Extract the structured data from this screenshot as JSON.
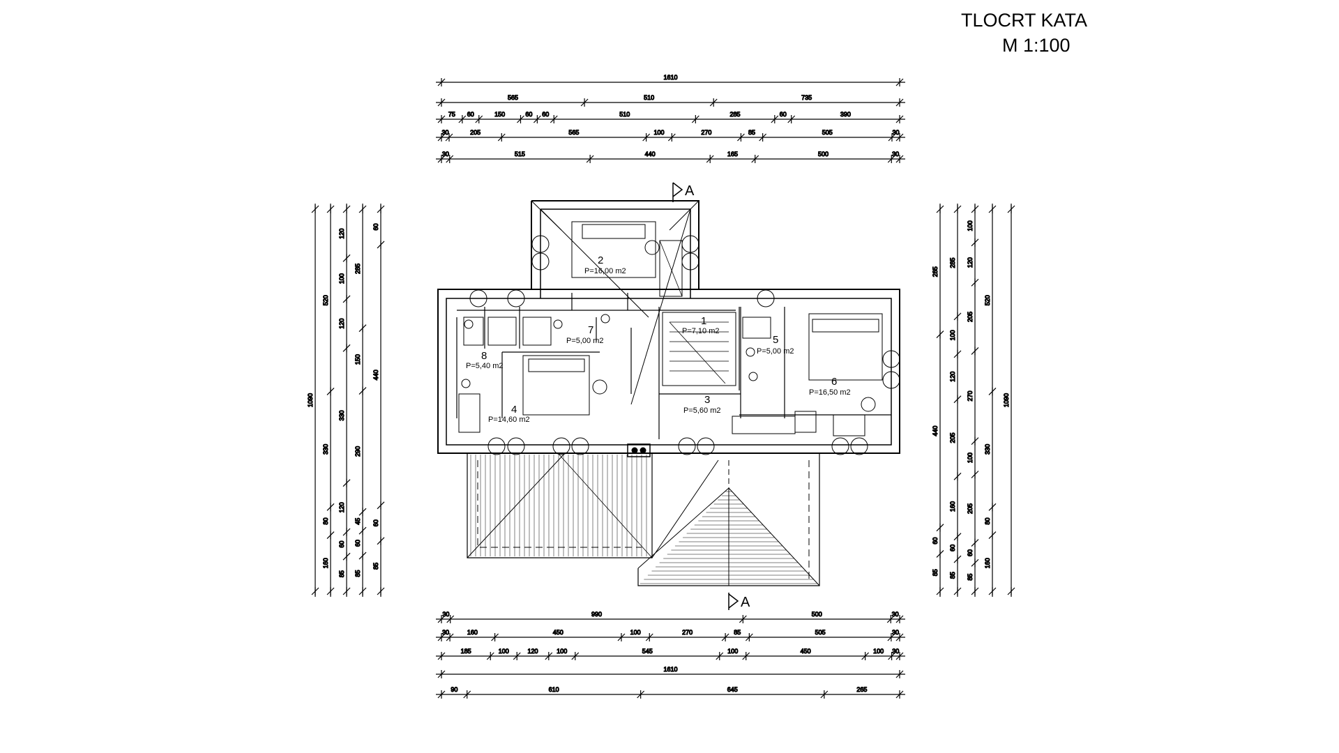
{
  "title": {
    "line1": "TLOCRT KATA",
    "line2": "M 1:100"
  },
  "section_marker": "A",
  "rooms": [
    {
      "id": "1",
      "area": "P=7,10 m2"
    },
    {
      "id": "2",
      "area": "P=16,00 m2"
    },
    {
      "id": "3",
      "area": "P=5,60 m2"
    },
    {
      "id": "4",
      "area": "P=14,60 m2"
    },
    {
      "id": "5",
      "area": "P=5,00 m2"
    },
    {
      "id": "6",
      "area": "P=16,50 m2"
    },
    {
      "id": "7",
      "area": "P=5,00 m2"
    },
    {
      "id": "8",
      "area": "P=5,40 m2"
    }
  ],
  "dimensions": {
    "top": [
      [
        "1610"
      ],
      [
        "565",
        "510",
        "735"
      ],
      [
        "75",
        "60",
        "150",
        "60",
        "60",
        "510",
        "285",
        "60",
        "390"
      ],
      [
        "30",
        "205",
        "565",
        "100",
        "270",
        "85",
        "505",
        "30"
      ],
      [
        "30",
        "515",
        "440",
        "165",
        "500",
        "30"
      ]
    ],
    "bottom": [
      [
        "30",
        "990",
        "500",
        "30"
      ],
      [
        "30",
        "160",
        "450",
        "100",
        "270",
        "85",
        "505",
        "30"
      ],
      [
        "185",
        "100",
        "120",
        "100",
        "545",
        "100",
        "450",
        "100",
        "30"
      ],
      [
        "1610"
      ],
      [
        "90",
        "610",
        "645",
        "265"
      ]
    ],
    "left": [
      [
        "1090"
      ],
      [
        "520",
        "330",
        "80",
        "160"
      ],
      [
        "120",
        "100",
        "120",
        "330",
        "120",
        "60",
        "85"
      ],
      [
        "285",
        "150",
        "290",
        "45",
        "60",
        "85"
      ],
      [
        "60",
        "440",
        "60",
        "85"
      ]
    ],
    "right": [
      [
        "285",
        "440",
        "60",
        "85"
      ],
      [
        "285",
        "100",
        "120",
        "205",
        "160",
        "60",
        "85"
      ],
      [
        "100",
        "120",
        "205",
        "270",
        "100",
        "205",
        "60",
        "85"
      ],
      [
        "520",
        "330",
        "80",
        "160"
      ],
      [
        "1090"
      ]
    ]
  }
}
